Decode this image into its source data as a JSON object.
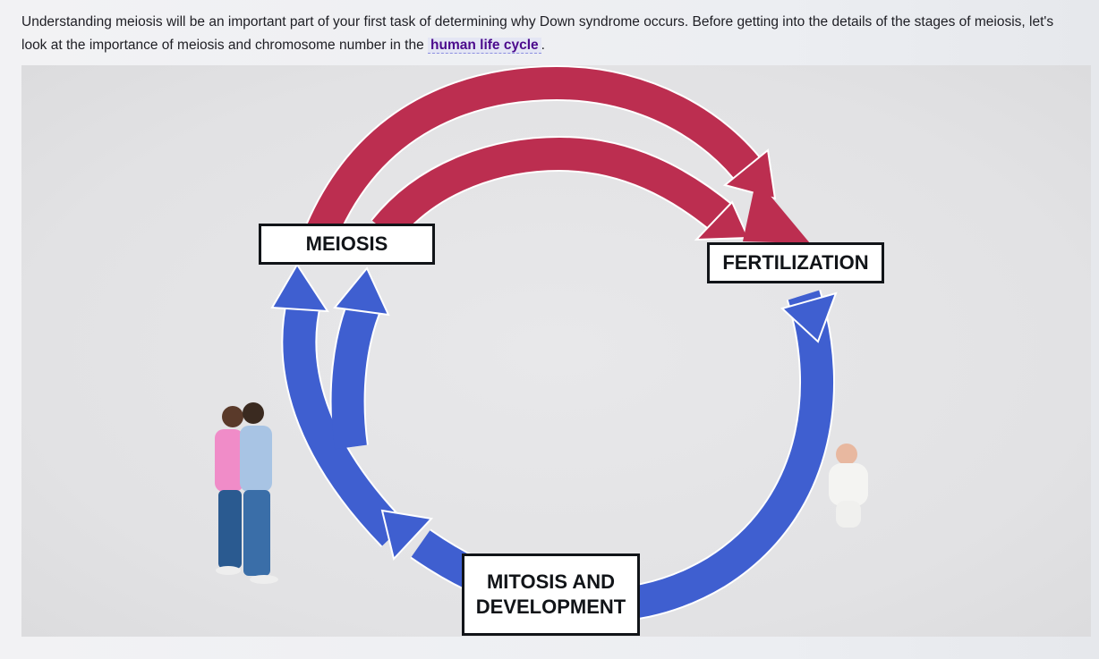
{
  "intro": {
    "text_before": "Understanding meiosis will be an important part of your first task of determining why Down syndrome occurs. Before getting into the details of the stages of meiosis, let's look at the importance of meiosis and chromosome number in the ",
    "term": "human life cycle",
    "text_after": "."
  },
  "diagram": {
    "labels": {
      "meiosis": "MEIOSIS",
      "fertilization": "FERTILIZATION",
      "mitosis_line1": "MITOSIS AND",
      "mitosis_line2": "DEVELOPMENT"
    },
    "colors": {
      "red": "#bc2e50",
      "blue": "#3f5fd0"
    }
  }
}
